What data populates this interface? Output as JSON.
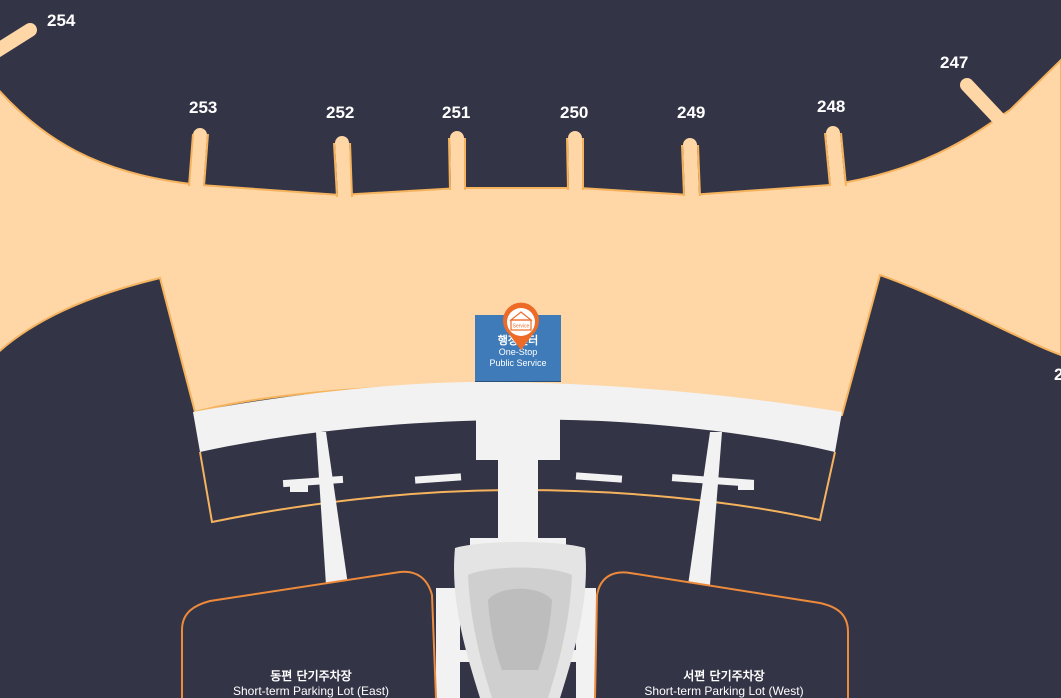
{
  "gates": [
    {
      "id": "254",
      "label": "254"
    },
    {
      "id": "253",
      "label": "253"
    },
    {
      "id": "252",
      "label": "252"
    },
    {
      "id": "251",
      "label": "251"
    },
    {
      "id": "250",
      "label": "250"
    },
    {
      "id": "249",
      "label": "249"
    },
    {
      "id": "248",
      "label": "248"
    },
    {
      "id": "247",
      "label": "247"
    },
    {
      "id": "partial",
      "label": "2"
    }
  ],
  "service_point": {
    "name_ko": "행정센터",
    "name_en_line1": "One-Stop",
    "name_en_line2": "Public Service",
    "pin_icon_label": "Service"
  },
  "parking": {
    "east": {
      "name_ko": "동편 단기주차장",
      "name_en": "Short-term Parking Lot (East)"
    },
    "west": {
      "name_ko": "서편 단기주차장",
      "name_en": "Short-term Parking Lot (West)"
    }
  },
  "colors": {
    "background": "#333446",
    "terminal_fill": "#ffd6a5",
    "terminal_outline": "#f5b35e",
    "road": "#f2f2f2",
    "service_sign": "#3f7bb8",
    "pin": "#ee6a27",
    "parking_outline": "#ee8a3c"
  }
}
